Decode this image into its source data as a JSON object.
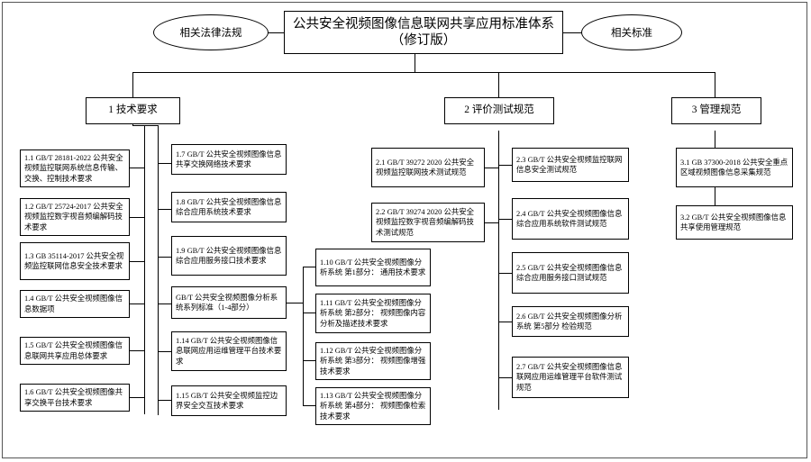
{
  "diagram": {
    "title": "公共安全视频图像信息联网共享应用标准体系\n（修订版）",
    "root_line1": "公共安全视频图像信息联网共享应用标准体系",
    "root_line2": "（修订版）",
    "left_ellipse": "相关法律法规",
    "right_ellipse": "相关标准",
    "branches": [
      {
        "id": "1",
        "label": "1 技术要求"
      },
      {
        "id": "2",
        "label": "2 评价测试规范"
      },
      {
        "id": "3",
        "label": "3 管理规范"
      }
    ],
    "tech_col1": [
      "1.1 GB/T 28181-2022 公共安全视频监控联网系统信息传输、交换、控制技术要求",
      "1.2 GB/T 25724-2017 公共安全视频监控数字视音频编解码技术要求",
      "1.3 GB 35114-2017 公共安全视频监控联网信息安全技术要求",
      "1.4 GB/T 公共安全视频图像信息数据项",
      "1.5 GB/T 公共安全视频图像信息联网共享应用总体要求",
      "1.6 GB/T 公共安全视频图像共享交换平台技术要求"
    ],
    "tech_col2": [
      "1.7 GB/T 公共安全视频图像信息共享交换网络技术要求",
      "1.8 GB/T 公共安全视频图像信息综合应用系统技术要求",
      "1.9 GB/T 公共安全视频图像信息综合应用服务接口技术要求",
      "GB/T 公共安全视频图像分析系统系列标准（1-4部分）",
      "1.14 GB/T 公共安全视频图像信息联网应用运维管理平台技术要求",
      "1.15 GB/T 公共安全视频监控边界安全交互技术要求"
    ],
    "tech_col3": [
      "1.10 GB/T 公共安全视频图像分析系统 第1部分： 通用技术要求",
      "1.11 GB/T 公共安全视频图像分析系统 第2部分： 视频图像内容分析及描述技术要求",
      "1.12 GB/T 公共安全视频图像分析系统 第3部分： 视频图像增强技术要求",
      "1.13 GB/T 公共安全视频图像分析系统 第4部分： 视频图像检索技术要求"
    ],
    "eval_col1": [
      "2.1 GB/T 39272 2020 公共安全视频监控联网技术测试规范",
      "2.2 GB/T 39274 2020 公共安全视频监控数字视音频编解码技术测试规范"
    ],
    "eval_col2": [
      "2.3 GB/T 公共安全视频监控联网信息安全测试规范",
      "2.4 GB/T 公共安全视频图像信息综合应用系统软件测试规范",
      "2.5 GB/T 公共安全视频图像信息综合应用服务接口测试规范",
      "2.6 GB/T 公共安全视频图像分析系统 第5部分 检验规范",
      "2.7 GB/T 公共安全视频图像信息联网应用运维管理平台软件测试规范"
    ],
    "manage_col": [
      "3.1 GB 37300-2018 公共安全重点区域视频图像信息采集规范",
      "3.2 GB/T 公共安全视频图像信息共享使用管理规范"
    ]
  }
}
